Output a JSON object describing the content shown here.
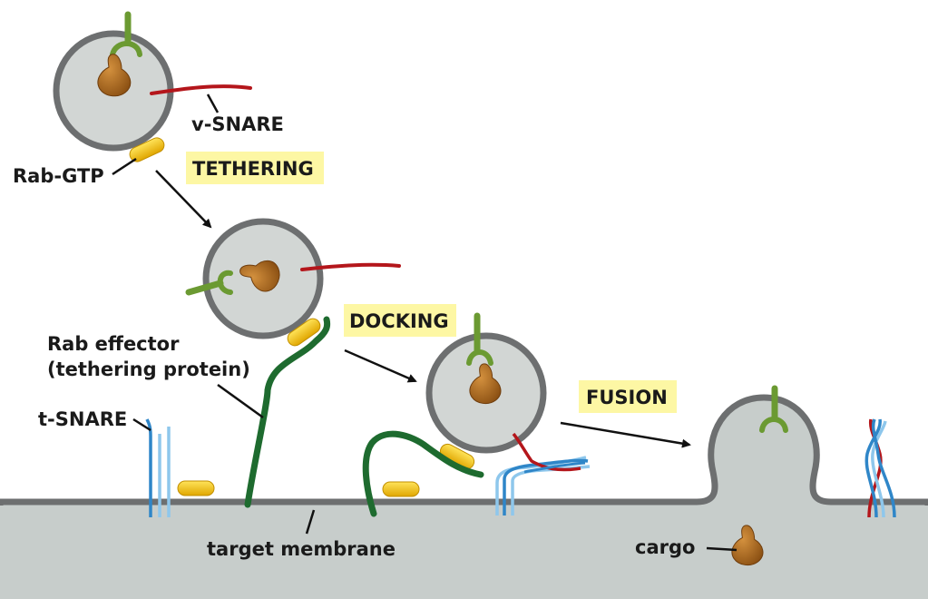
{
  "labels": {
    "v_snare": "v-SNARE",
    "rab_gtp": "Rab-GTP",
    "rab_effector_line1": "Rab effector",
    "rab_effector_line2": "(tethering protein)",
    "t_snare": "t-SNARE",
    "target_membrane": "target membrane",
    "cargo": "cargo"
  },
  "stages": {
    "tethering": "TETHERING",
    "docking": "DOCKING",
    "fusion": "FUSION"
  },
  "colors": {
    "membrane_fill": "#c7cdcb",
    "membrane_stroke": "#6d6f70",
    "vesicle_fill": "#d2d6d4",
    "stage_highlight": "#fdf7a4",
    "v_snare": "#b4161b",
    "t_snare_dark": "#2f86c8",
    "t_snare_light": "#8ec7ec",
    "rab": "#f5c518",
    "rab_effector": "#1e6b2f",
    "cargo_receptor": "#6b9a32",
    "cargo": "#a8671f",
    "arrow": "#111111"
  }
}
